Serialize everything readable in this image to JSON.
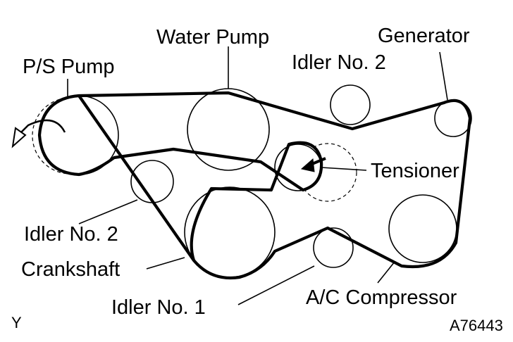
{
  "labels": {
    "water_pump": "Water Pump",
    "generator": "Generator",
    "ps_pump": "P/S Pump",
    "idler2_top": "Idler No. 2",
    "tensioner": "Tensioner",
    "idler2_left": "Idler No. 2",
    "crankshaft": "Crankshaft",
    "idler1": "Idler No. 1",
    "ac_compressor": "A/C Compressor"
  },
  "corner_left": "Y",
  "figure_code": "A76443",
  "colors": {
    "line": "#000000",
    "background": "#ffffff"
  },
  "icons": {
    "rotation": "rotation-arrow-icon",
    "tensioner_direction": "tensioner-arrow-icon"
  }
}
